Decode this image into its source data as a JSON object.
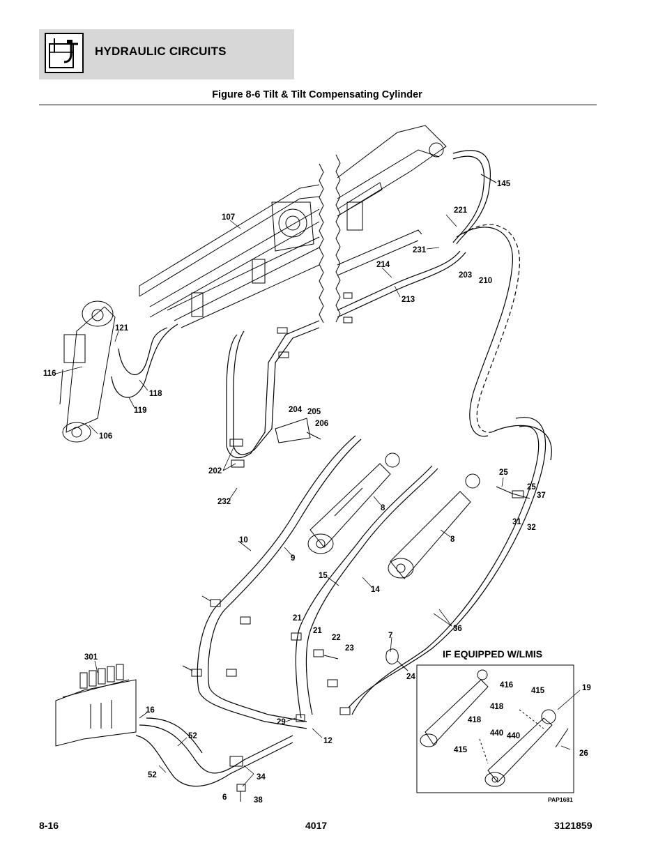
{
  "header": {
    "section_title": "HYDRAULIC CIRCUITS",
    "section_icon": "hydraulic-reservoir-icon"
  },
  "figure": {
    "title": "Figure 8-6 Tilt & Tilt Compensating Cylinder"
  },
  "callouts": {
    "c145": "145",
    "c107": "107",
    "c221": "221",
    "c231": "231",
    "c214": "214",
    "c203": "203",
    "c210": "210",
    "c213": "213",
    "c121": "121",
    "c116": "116",
    "c118": "118",
    "c119": "119",
    "c106": "106",
    "c204": "204",
    "c205": "205",
    "c206": "206",
    "c202": "202",
    "c232": "232",
    "c8a": "8",
    "c8b": "8",
    "c25a": "25",
    "c25b": "25",
    "c37": "37",
    "c31": "31",
    "c32": "32",
    "c10": "10",
    "c9": "9",
    "c15": "15",
    "c14": "14",
    "c36": "36",
    "c21a": "21",
    "c21b": "21",
    "c22": "22",
    "c23": "23",
    "c7": "7",
    "c24": "24",
    "c301": "301",
    "c16": "16",
    "c52a": "52",
    "c52b": "52",
    "c29": "29",
    "c12": "12",
    "c34": "34",
    "c6": "6",
    "c38": "38"
  },
  "inset": {
    "title": "IF EQUIPPED W/LMIS",
    "drawing_code": "PAP1681",
    "callouts": {
      "c416": "416",
      "c415a": "415",
      "c418a": "418",
      "c418b": "418",
      "c440a": "440",
      "c440b": "440",
      "c415b": "415",
      "c19": "19",
      "c26": "26"
    }
  },
  "footer": {
    "page_number": "8-16",
    "model": "4017",
    "part_number": "3121859"
  }
}
